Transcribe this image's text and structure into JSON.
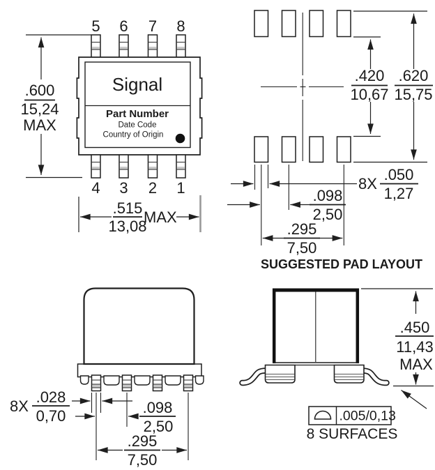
{
  "colors": {
    "line": "#1f1f1f",
    "text": "#1a1a1a",
    "brand_blue": "#1787c8",
    "pin_shade": "#c9c9c9",
    "ext_gray": "#9a9a9a"
  },
  "top_view": {
    "pin_numbers_top": [
      "5",
      "6",
      "7",
      "8"
    ],
    "pin_numbers_bottom": [
      "4",
      "3",
      "2",
      "1"
    ],
    "brand": "Signal",
    "marking_line1": "Part Number",
    "marking_line2": "Date Code",
    "marking_line3": "Country of Origin",
    "dim_height": {
      "inch": ".600",
      "mm": "15,24",
      "qualifier": "MAX"
    },
    "dim_width": {
      "inch": ".515",
      "mm": "13,08",
      "qualifier": "MAX"
    }
  },
  "pad_layout": {
    "caption": "SUGGESTED PAD LAYOUT",
    "dim_inner": {
      "inch": ".420",
      "mm": "10,67"
    },
    "dim_outer": {
      "inch": ".620",
      "mm": "15,75"
    },
    "dim_pad_width": {
      "count": "8X",
      "inch": ".050",
      "mm": "1,27"
    },
    "dim_pitch": {
      "inch": ".098",
      "mm": "2,50"
    },
    "dim_span": {
      "inch": ".295",
      "mm": "7,50"
    }
  },
  "side_view": {
    "dim_lead_width": {
      "count": "8X",
      "inch": ".028",
      "mm": "0,70"
    },
    "dim_pitch": {
      "inch": ".098",
      "mm": "2,50"
    },
    "dim_span": {
      "inch": ".295",
      "mm": "7,50"
    }
  },
  "end_view": {
    "dim_height": {
      "inch": ".450",
      "mm": "11,43",
      "qualifier": "MAX"
    },
    "tolerance_frame": {
      "value": ".005/0,13",
      "note": "8 SURFACES"
    }
  }
}
